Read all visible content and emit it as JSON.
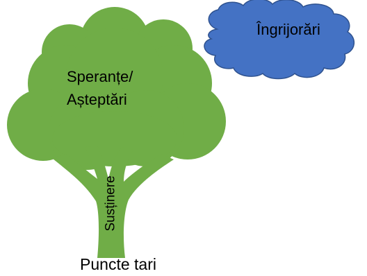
{
  "colors": {
    "tree_fill": "#70ad47",
    "cloud_fill": "#4472c4",
    "cloud_stroke": "#2f528f",
    "text": "#000000",
    "background": "#ffffff"
  },
  "labels": {
    "hopes_line1": "Speranțe/",
    "hopes_line2": "Așteptări",
    "worries": "Îngrijorări",
    "support": "Susținere",
    "strengths": "Puncte tari"
  }
}
